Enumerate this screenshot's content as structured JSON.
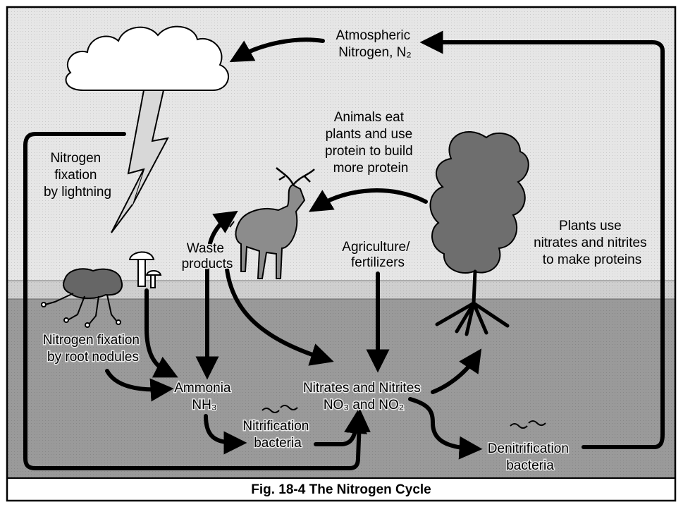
{
  "figure": {
    "caption": "Fig. 18-4 The Nitrogen Cycle",
    "labels": {
      "atmospheric_nitrogen": [
        "Atmospheric",
        "Nitrogen, N₂"
      ],
      "animals_eat": [
        "Animals eat",
        "plants and use",
        "protein to build",
        "more protein"
      ],
      "lightning_fixation": [
        "Nitrogen",
        "fixation",
        "by lightning"
      ],
      "waste_products": [
        "Waste",
        "products"
      ],
      "agriculture": [
        "Agriculture/",
        "fertilizers"
      ],
      "plants_use": [
        "Plants use",
        "nitrates and nitrites",
        "to make proteins"
      ],
      "root_nodules": [
        "Nitrogen fixation",
        "by root nodules"
      ],
      "ammonia": [
        "Ammonia",
        "NH₃"
      ],
      "nitrates_nitrites": [
        "Nitrates and Nitrites",
        "NO₃  and NO₂"
      ],
      "nitrification": [
        "Nitrification",
        "bacteria"
      ],
      "denitrification": [
        "Denitrification",
        "bacteria"
      ]
    },
    "colors": {
      "sky": "#e6e6e6",
      "ground_surface": "#cfcfcf",
      "soil": "#9a9a9a",
      "tree": "#6e6e6e",
      "outline": "#000000"
    },
    "icons": [
      "cloud-icon",
      "lightning-bolt-icon",
      "deer-icon",
      "tree-icon",
      "mushroom-icon",
      "root-nodule-plant-icon",
      "bacteria-icon"
    ]
  }
}
